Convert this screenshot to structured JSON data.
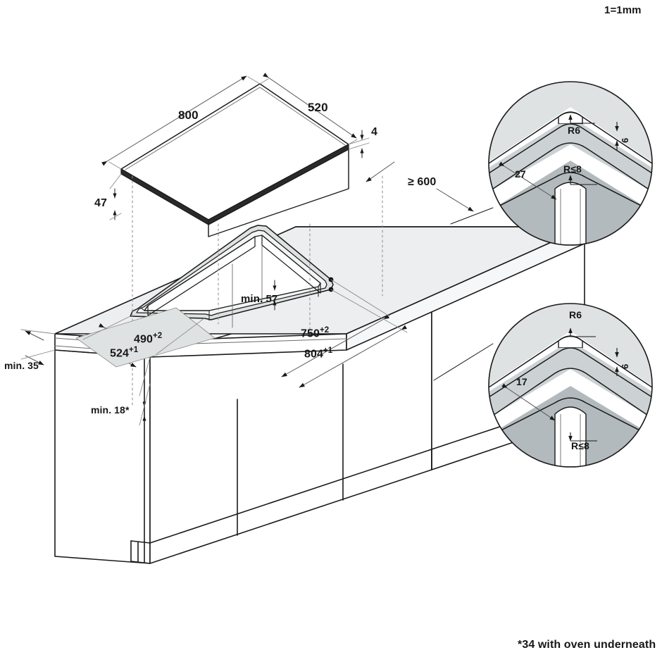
{
  "diagram": {
    "type": "installation-drawing",
    "subject": "Built-in cooktop worktop cut-out installation diagram",
    "scale_note": "1=1mm",
    "footnote": "*34 with oven underneath"
  },
  "appliance": {
    "width_label": "800",
    "depth_label": "520",
    "glass_thickness_label": "4",
    "body_height_label": "47"
  },
  "clearances": {
    "above_label": "≥ 600",
    "worktop_front_label": "min. 35",
    "below_worktop_label": "min. 18*",
    "cutout_depth_label": "min. 57"
  },
  "cutout": {
    "depth_inner": "490",
    "depth_inner_tol": "+2",
    "depth_outer": "524",
    "depth_outer_tol": "+1",
    "width_inner": "750",
    "width_inner_tol": "+2",
    "width_outer": "804",
    "width_outer_tol": "+1"
  },
  "detail_top": {
    "radius_outer_label": "R6",
    "ledge_depth_label": "6",
    "step_width_label": "27",
    "radius_inner_label": "R≤8"
  },
  "detail_bottom": {
    "radius_outer_label": "R6",
    "ledge_depth_label": "6",
    "step_width_label": "17",
    "radius_inner_label": "R≤8"
  },
  "colors": {
    "line": "#1a1a1a",
    "thin_line": "#6b6b6b",
    "worktop_face": "#eceef0",
    "panel_light": "#dfe2e2",
    "panel_mid": "#c3c9cb",
    "panel_dark": "#b0b7ba",
    "cooktop_top": "#ffffff",
    "cooktop_edge": "#2a2a2a",
    "background": "#ffffff"
  }
}
